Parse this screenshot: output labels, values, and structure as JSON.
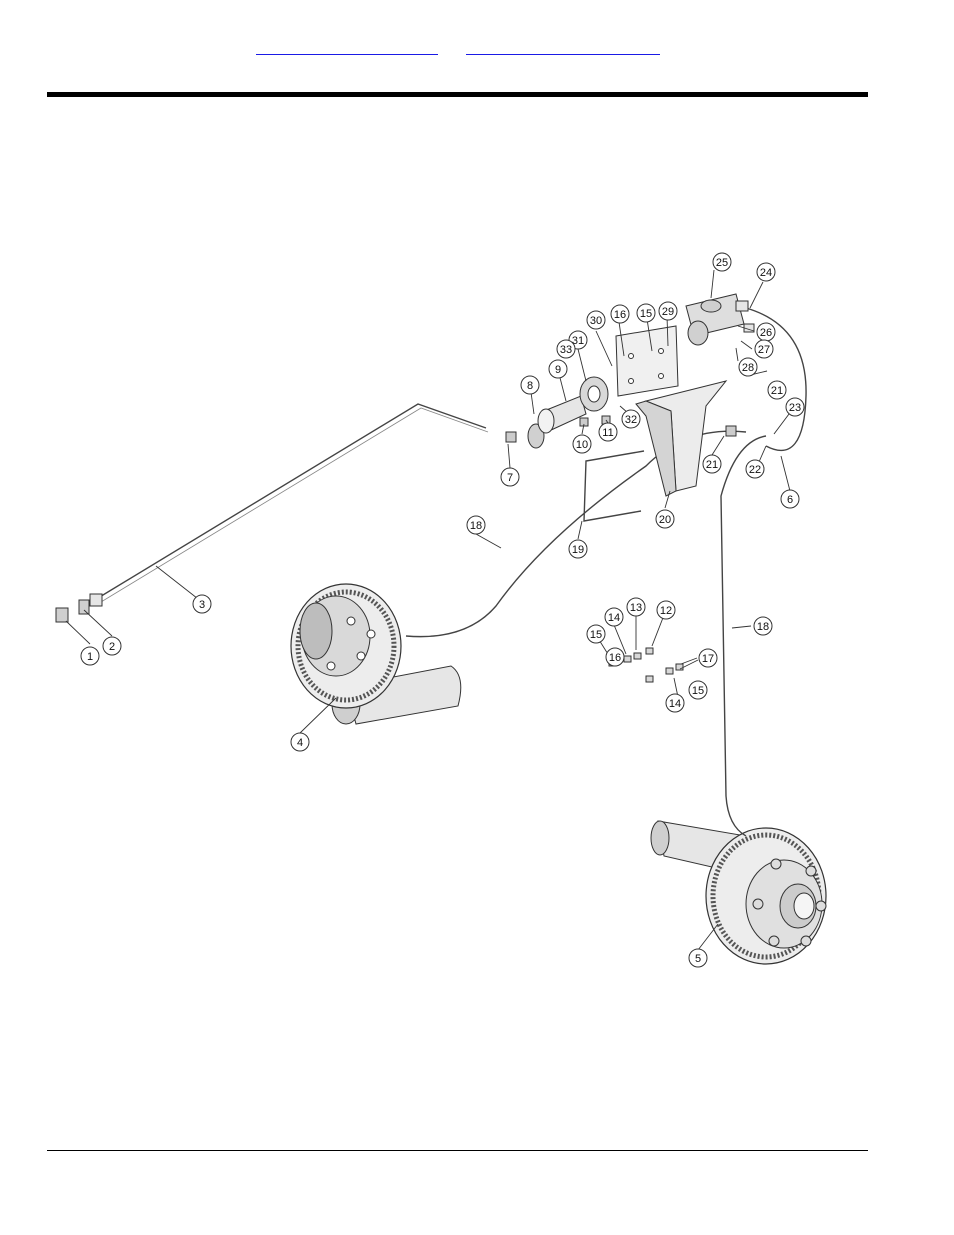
{
  "header": {
    "links": [
      {
        "text": ""
      },
      {
        "text": ""
      }
    ]
  },
  "diagram": {
    "callouts": [
      "1",
      "2",
      "3",
      "4",
      "5",
      "6",
      "7",
      "8",
      "9",
      "10",
      "11",
      "12",
      "13",
      "14",
      "15",
      "16",
      "17",
      "18",
      "19",
      "20",
      "21",
      "22",
      "23",
      "24",
      "25",
      "26",
      "27",
      "28",
      "29",
      "30",
      "31",
      "32",
      "33"
    ],
    "colors": {
      "line": "#333333",
      "shade": "#d8d8d8",
      "link": "#1a1ae6"
    }
  }
}
